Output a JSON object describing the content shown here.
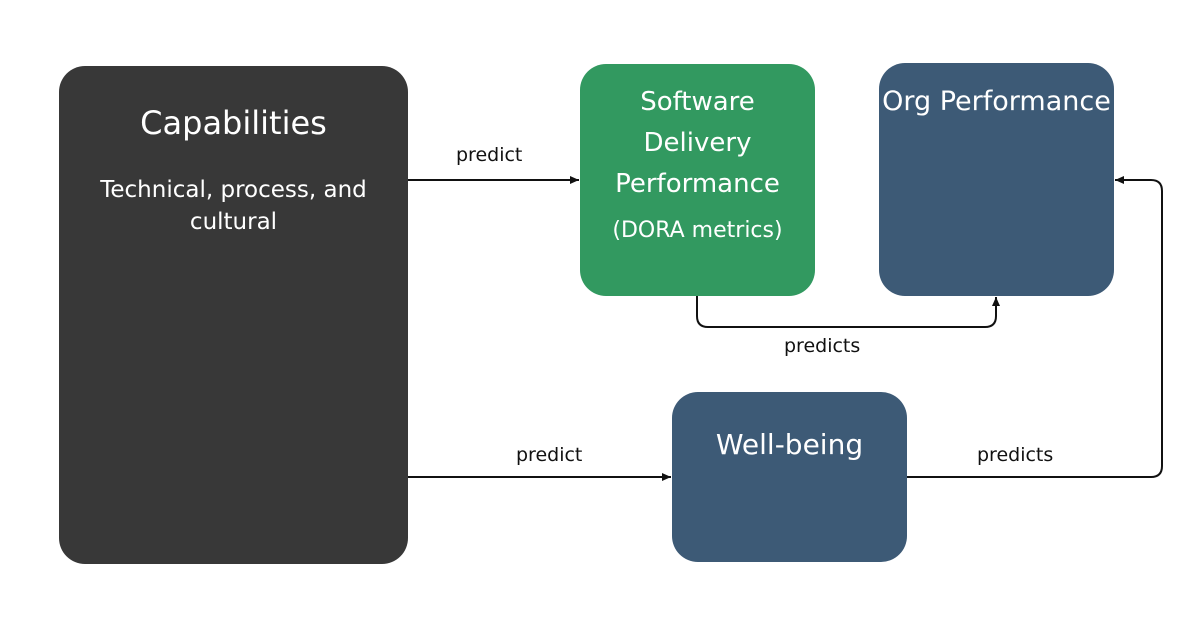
{
  "nodes": {
    "capabilities": {
      "title": "Capabilities",
      "subtitle": "Technical, process, and cultural",
      "color": "#383838"
    },
    "software_delivery": {
      "title": "Software Delivery Performance",
      "subtitle": "(DORA metrics)",
      "color": "#329960"
    },
    "org_performance": {
      "title": "Org Performance",
      "color": "#3d5a76"
    },
    "well_being": {
      "title": "Well-being",
      "color": "#3d5a76"
    }
  },
  "edges": [
    {
      "from": "Capabilities",
      "to": "Software Delivery Performance",
      "label": "predict"
    },
    {
      "from": "Capabilities",
      "to": "Well-being",
      "label": "predict"
    },
    {
      "from": "Software Delivery Performance",
      "to": "Org Performance",
      "label": "predicts"
    },
    {
      "from": "Well-being",
      "to": "Org Performance",
      "label": "predicts"
    }
  ]
}
